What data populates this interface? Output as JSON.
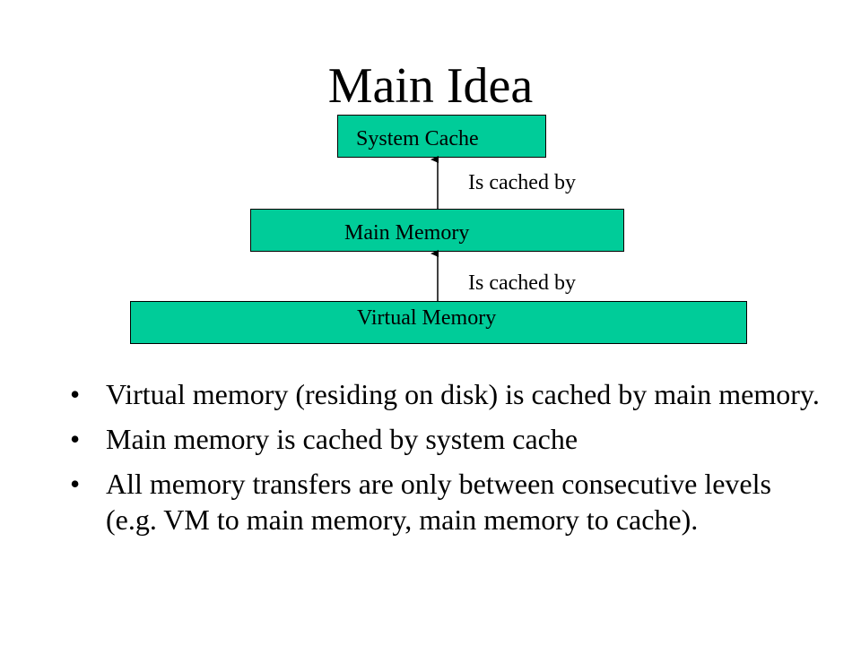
{
  "title": "Main Idea",
  "diagram": {
    "nodes": {
      "system_cache": "System Cache",
      "main_memory": "Main Memory",
      "virtual_memory": "Virtual Memory"
    },
    "edges": [
      {
        "from": "main_memory",
        "to": "system_cache",
        "label": "Is cached by"
      },
      {
        "from": "virtual_memory",
        "to": "main_memory",
        "label": "Is cached by"
      }
    ],
    "box_color": "#00cc99"
  },
  "bullets": [
    "Virtual memory (residing on disk) is cached by main memory.",
    "Main memory is cached by system cache",
    "All memory transfers are only between consecutive levels (e.g. VM to main memory, main memory to cache)."
  ]
}
